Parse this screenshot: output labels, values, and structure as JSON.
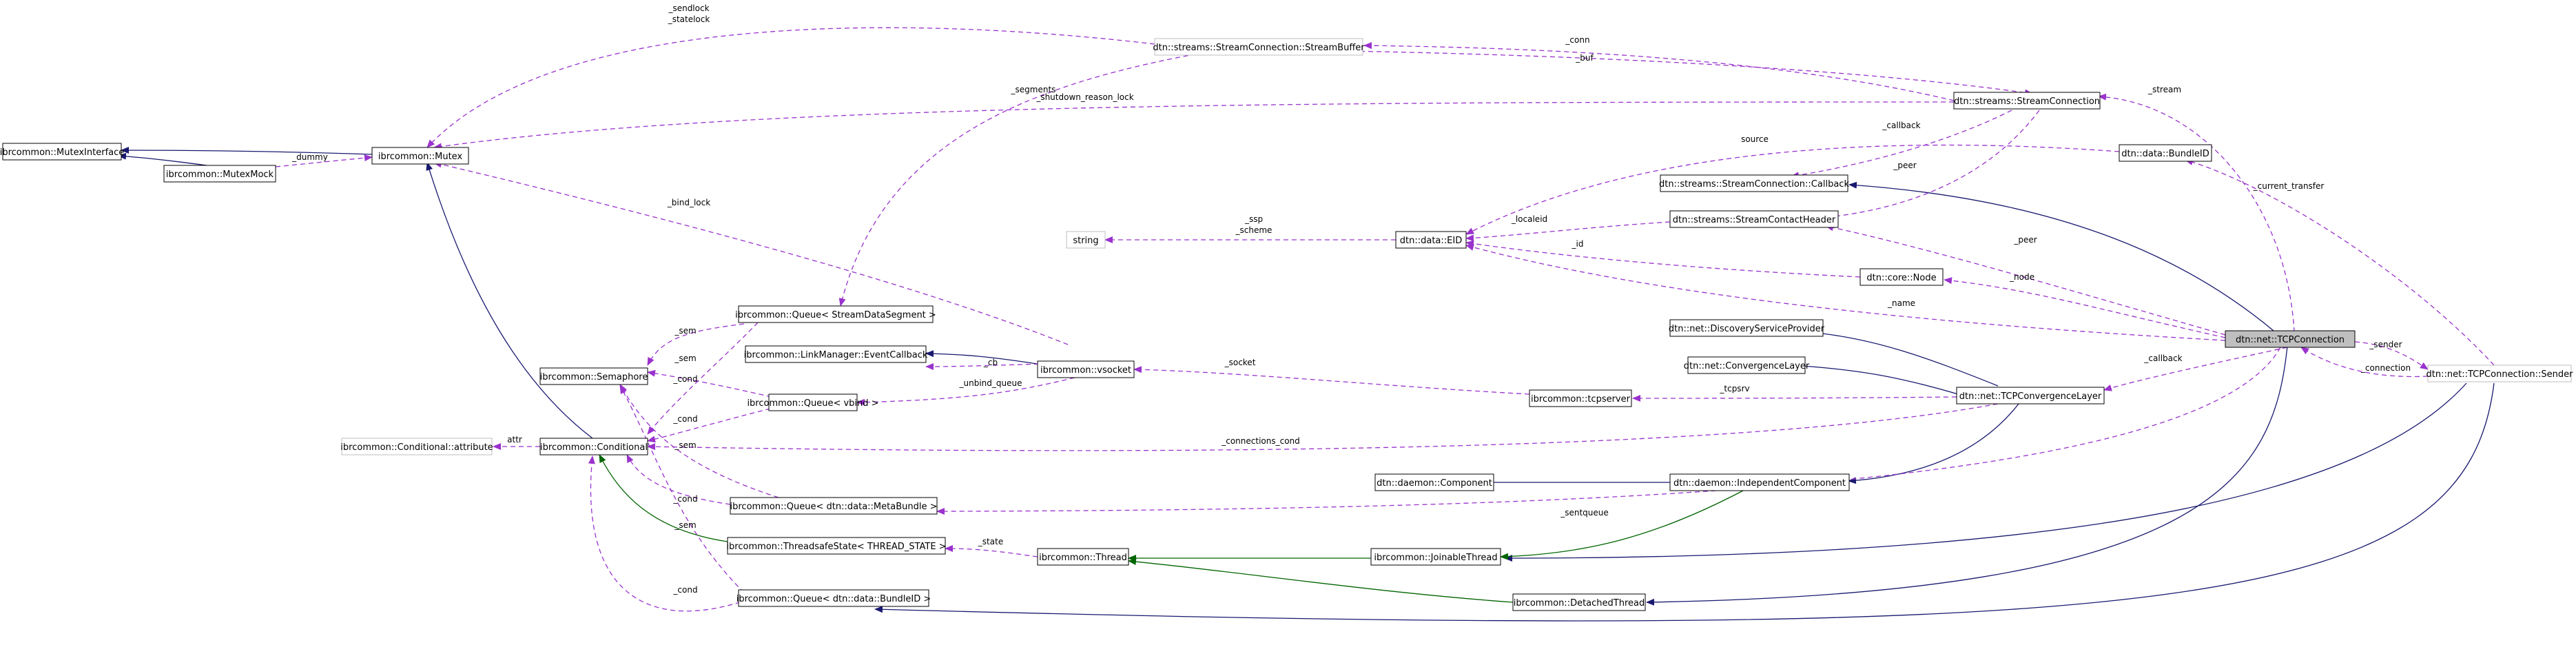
{
  "colors": {
    "usage_edge": "#9a32cd",
    "inherit_public": "#191970",
    "inherit_protected": "#006400",
    "node_border": "#000000",
    "node_border_external": "#bfbfbf",
    "highlight_fill": "#bfbfbf",
    "node_fill": "#ffffff"
  },
  "nodes": [
    {
      "id": "mutexinterface",
      "label": "ibrcommon::MutexInterface"
    },
    {
      "id": "mutexmock",
      "label": "ibrcommon::MutexMock"
    },
    {
      "id": "mutex",
      "label": "ibrcommon::Mutex"
    },
    {
      "id": "streambuffer",
      "label": "dtn::streams::StreamConnection::StreamBuffer",
      "external": true
    },
    {
      "id": "streamconnection",
      "label": "dtn::streams::StreamConnection"
    },
    {
      "id": "bundleid",
      "label": "dtn::data::BundleID"
    },
    {
      "id": "callback",
      "label": "dtn::streams::StreamConnection::Callback"
    },
    {
      "id": "contactheader",
      "label": "dtn::streams::StreamContactHeader"
    },
    {
      "id": "string",
      "label": "string",
      "external": true
    },
    {
      "id": "eid",
      "label": "dtn::data::EID"
    },
    {
      "id": "node",
      "label": "dtn::core::Node"
    },
    {
      "id": "tcpconnection",
      "label": "dtn::net::TCPConnection",
      "highlight": true
    },
    {
      "id": "sender",
      "label": "dtn::net::TCPConnection::Sender",
      "external": true
    },
    {
      "id": "discovery",
      "label": "dtn::net::DiscoveryServiceProvider"
    },
    {
      "id": "convergence",
      "label": "dtn::net::ConvergenceLayer"
    },
    {
      "id": "tcpconvergence",
      "label": "dtn::net::TCPConvergenceLayer"
    },
    {
      "id": "tcpserver",
      "label": "ibrcommon::tcpserver"
    },
    {
      "id": "queue_segment",
      "label": "ibrcommon::Queue< StreamDataSegment >"
    },
    {
      "id": "semaphore",
      "label": "ibrcommon::Semaphore"
    },
    {
      "id": "eventcallback",
      "label": "ibrcommon::LinkManager::EventCallback"
    },
    {
      "id": "vsocket",
      "label": "ibrcommon::vsocket"
    },
    {
      "id": "queue_vbind",
      "label": "ibrcommon::Queue< vbind >"
    },
    {
      "id": "cond_attr",
      "label": "ibrcommon::Conditional::attribute",
      "external": true
    },
    {
      "id": "conditional",
      "label": "ibrcommon::Conditional"
    },
    {
      "id": "queue_metabundle",
      "label": "ibrcommon::Queue< dtn::data::MetaBundle >"
    },
    {
      "id": "threadsafe",
      "label": "ibrcommon::ThreadsafeState< THREAD_STATE >"
    },
    {
      "id": "thread",
      "label": "ibrcommon::Thread"
    },
    {
      "id": "joinable",
      "label": "ibrcommon::JoinableThread"
    },
    {
      "id": "queue_bundleid",
      "label": "ibrcommon::Queue< dtn::data::BundleID >"
    },
    {
      "id": "detached",
      "label": "ibrcommon::DetachedThread"
    },
    {
      "id": "component",
      "label": "dtn::daemon::Component"
    },
    {
      "id": "indep_component",
      "label": "dtn::daemon::IndependentComponent"
    }
  ],
  "edge_labels": {
    "sendlock": "_sendlock",
    "statelock": "_statelock",
    "conn": "_conn",
    "buf": "_buf",
    "segments": "_segments",
    "shutdown_reason_lock": "_shutdown_reason_lock",
    "stream": "_stream",
    "dummy": "_dummy",
    "source": "source",
    "callback": "_callback",
    "peer": "_peer",
    "current_transfer": "_current_transfer",
    "bind_lock": "_bind_lock",
    "ssp": "_ssp",
    "scheme": "_scheme",
    "localeid": "_localeid",
    "id": "_id",
    "peer2": "_peer",
    "node": "_node",
    "name": "_name",
    "sem": "_sem",
    "sender": "_sender",
    "cb": "_cb",
    "socket": "_socket",
    "callback2": "_callback",
    "connection": "_connection",
    "sem2": "_sem",
    "cond": "_cond",
    "unbind_queue": "_unbind_queue",
    "tcpsrv": "_tcpsrv",
    "cond2": "_cond",
    "attr": "attr",
    "connections_cond": "_connections_cond",
    "sem3": "_sem",
    "cond3": "_cond",
    "sentqueue": "_sentqueue",
    "state": "_state",
    "sem4": "_sem",
    "cond4": "_cond"
  }
}
